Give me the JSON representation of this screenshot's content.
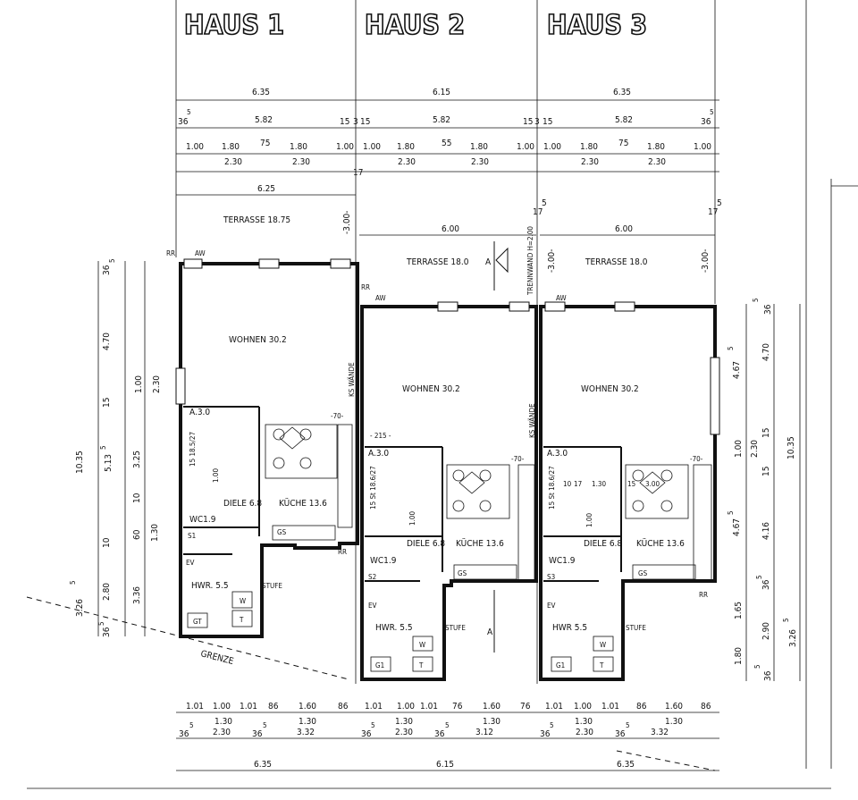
{
  "houses": [
    {
      "title": "HAUS 1",
      "width_top": "6.35",
      "width_inner": "5.82",
      "edge_l": "36",
      "edge_l_sup": "5",
      "edge_r": "15",
      "edge_r2": "3",
      "seg_top": [
        "1.00",
        "1.80",
        "75",
        "1.80",
        "1.00"
      ],
      "seg_top2": [
        "2.30",
        "2.30"
      ],
      "terrace": "TERRASSE 18.75",
      "terrace_w": "6.25",
      "terrace_h": "-3.00-",
      "wohnen": "WOHNEN 30.2",
      "kueche": "KÜCHE 13.6",
      "diele": "DIELE 6.8",
      "wc": "WC1.9",
      "hwr": "HWR. 5.5",
      "a30": "A.3.0",
      "bottom1": [
        "1.01",
        "1.00",
        "1.01",
        "86",
        "1.60",
        "86"
      ],
      "bottom2": [
        "1.30",
        "1.30"
      ],
      "bottom3": [
        "36",
        "5",
        "2.30",
        "36",
        "5",
        "3.32"
      ],
      "width_bottom": "6.35"
    },
    {
      "title": "HAUS 2",
      "width_top": "6.15",
      "width_inner": "5.82",
      "edge_l": "15",
      "edge_r": "15",
      "edge_r2": "3",
      "seg_top": [
        "1.00",
        "1.80",
        "55",
        "1.80",
        "1.00"
      ],
      "seg_top2": [
        "2.30",
        "2.30"
      ],
      "terrace": "TERRASSE 18.0",
      "terrace_w": "6.00",
      "terrace_h": "-3.00-",
      "wohnen": "WOHNEN 30.2",
      "kueche": "KÜCHE 13.6",
      "diele": "DIELE 6.8",
      "wc": "WC1.9",
      "hwr": "HWR. 5.5",
      "a30": "A.3.0",
      "bottom1": [
        "1.01",
        "1.00",
        "1.01",
        "76",
        "1.60",
        "76"
      ],
      "bottom2": [
        "1.30",
        "1.30"
      ],
      "bottom3": [
        "36",
        "5",
        "2.30",
        "36",
        "5",
        "3.12"
      ],
      "width_bottom": "6.15"
    },
    {
      "title": "HAUS 3",
      "width_top": "6.35",
      "width_inner": "5.82",
      "edge_l": "15",
      "edge_r": "36",
      "edge_r_sup": "5",
      "seg_top": [
        "1.00",
        "1.80",
        "75",
        "1.80",
        "1.00"
      ],
      "seg_top2": [
        "2.30",
        "2.30"
      ],
      "terrace": "TERRASSE 18.0",
      "terrace_w": "6.00",
      "terrace_h": "-3.00-",
      "wohnen": "WOHNEN 30.2",
      "kueche": "KÜCHE 13.6",
      "diele": "DIELE 6.8",
      "wc": "WC1.9",
      "hwr": "HWR 5.5",
      "a30": "A.3.0",
      "bottom1": [
        "1.01",
        "1.00",
        "1.01",
        "86",
        "1.60",
        "86"
      ],
      "bottom2": [
        "1.30",
        "1.30"
      ],
      "bottom3": [
        "36",
        "5",
        "2.30",
        "36",
        "5",
        "3.32"
      ],
      "width_bottom": "6.35"
    }
  ],
  "labels": {
    "trennwand": "TRENNWAND H=2.00",
    "ks_waende": "KS WÄNDE",
    "grenze": "GRENZE",
    "stufe": "STUFE",
    "section_mark": "A",
    "dim_215": "- 215 -",
    "dim_70": "-70-",
    "dim_17": "17",
    "dim_3": "3",
    "rr": "RR",
    "aw": "AW",
    "gs": "GS",
    "ev": "EV",
    "s1": "S1",
    "s2": "S2",
    "s3": "S3",
    "w": "W",
    "t": "T",
    "gt": "GT",
    "g1": "G1",
    "stair_note_1": "15 18.5/27",
    "stair_note_2": "15 St 18.6/27",
    "dim_1": "1.00",
    "kitchen_dims": [
      "1.30",
      "15",
      "3.00"
    ],
    "dim_10": "10",
    "dim_17b": "17"
  },
  "left_dims": [
    "36",
    "5",
    "4.70",
    "1.00",
    "2.30",
    "15",
    "3.25",
    "5.13",
    "5",
    "10.35",
    "10",
    "60",
    "1.30",
    "10",
    "3.26",
    "5",
    "2.80",
    "3.36",
    "36",
    "5"
  ],
  "right_dims": [
    "36",
    "5",
    "4.67",
    "5",
    "4.70",
    "1.00",
    "2.30",
    "15",
    "10.35",
    "15",
    "4.67",
    "5",
    "4.16",
    "36",
    "5",
    "1.65",
    "2.90",
    "3.26",
    "5",
    "1.80",
    "36",
    "5"
  ]
}
